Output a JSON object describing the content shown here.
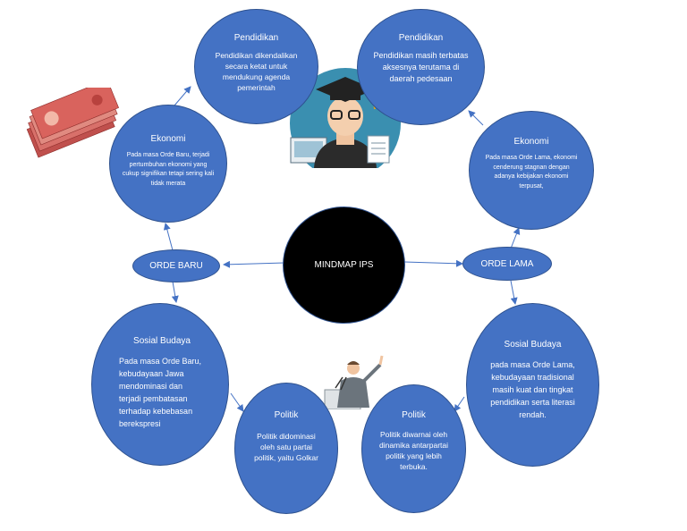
{
  "center": {
    "label": "MINDMAP IPS"
  },
  "left_branch": {
    "label": "ORDE BARU",
    "ekonomi": {
      "title": "Ekonomi",
      "text": "Pada masa Orde Baru, terjadi pertumbuhan ekonomi yang cukup signifikan tetapi sering kali tidak merata"
    },
    "pendidikan": {
      "title": "Pendidikan",
      "text": "Pendidikan dikendalikan secara ketat untuk mendukung agenda pemerintah"
    },
    "sosial_budaya": {
      "title": "Sosial Budaya",
      "text": "Pada masa Orde Baru, kebudayaan Jawa mendominasi dan terjadi pembatasan terhadap kebebasan berekspresi"
    },
    "politik": {
      "title": "Politik",
      "text": "Politik didominasi oleh satu partai politik, yaitu Golkar"
    }
  },
  "right_branch": {
    "label": "ORDE LAMA",
    "ekonomi": {
      "title": "Ekonomi",
      "text": "Pada masa Orde Lama, ekonomi cenderung stagnan dengan adanya kebijakan ekonomi terpusat,"
    },
    "pendidikan": {
      "title": "Pendidikan",
      "text": "Pendidikan masih terbatas aksesnya terutama di daerah pedesaan"
    },
    "sosial_budaya": {
      "title": "Sosial Budaya",
      "text": "pada masa Orde Lama, kebudayaan tradisional masih kuat dan tingkat pendidikan serta literasi rendah."
    },
    "politik": {
      "title": "Politik",
      "text": "Politik diwarnai oleh dinamika antarpartai politik yang lebih terbuka."
    }
  },
  "colors": {
    "node_fill": "#4472c4",
    "node_border": "#2f528f",
    "center_fill": "#000000",
    "arrow": "#4472c4"
  }
}
